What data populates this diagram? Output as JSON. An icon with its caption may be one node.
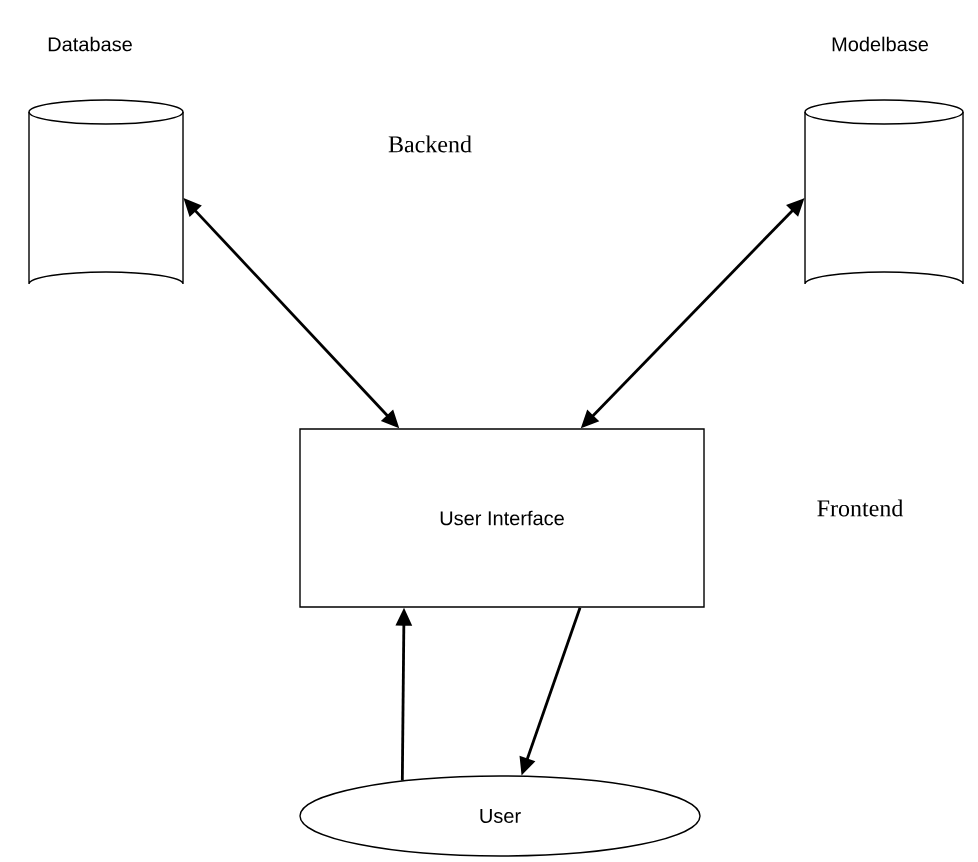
{
  "diagram": {
    "nodes": [
      {
        "text": [
          "Database"
        ]
      },
      {
        "text": [
          "Modelbase"
        ]
      },
      {
        "text": [
          "User Interface"
        ]
      },
      {
        "text": [
          "User"
        ]
      }
    ],
    "edges": [
      {
        "from": 0,
        "to": 2,
        "arrow": "both"
      },
      {
        "from": 1,
        "to": 2,
        "arrow": "both"
      },
      {
        "from": 2,
        "to": 3,
        "arrow": "to"
      },
      {
        "from": 3,
        "to": 2,
        "arrow": "to"
      }
    ],
    "labels": [
      "Backend",
      "Frontend"
    ]
  }
}
